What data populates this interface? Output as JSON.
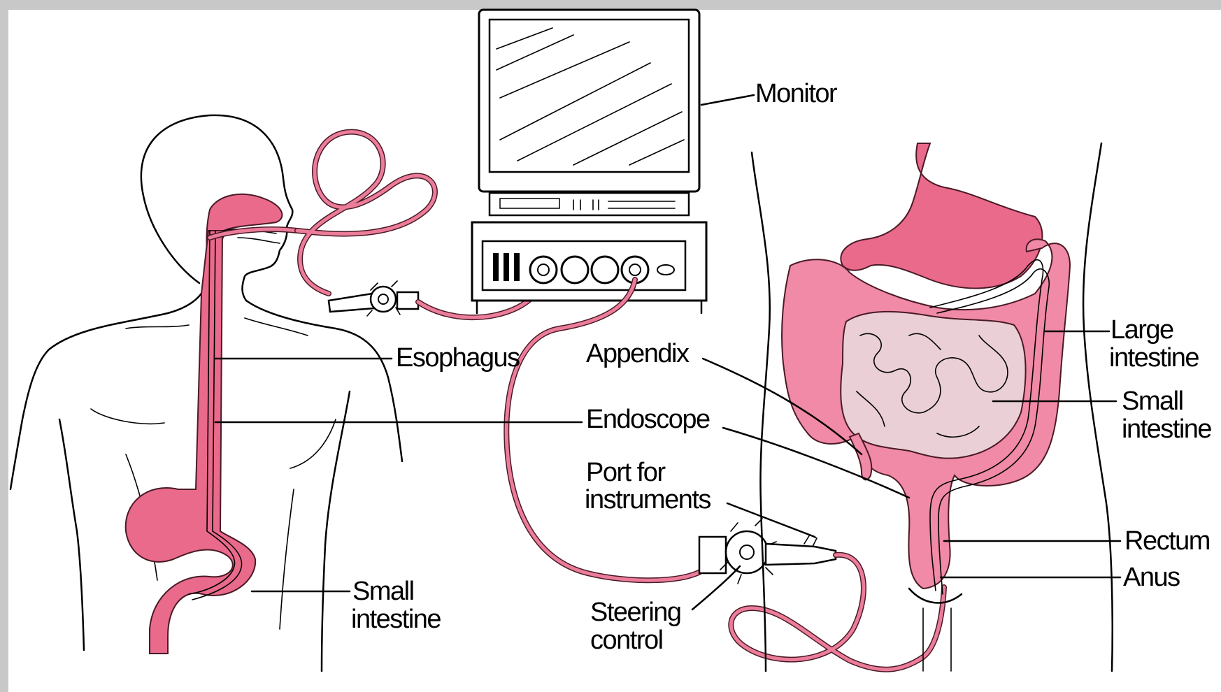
{
  "labels": {
    "monitor": "Monitor",
    "esophagus": "Esophagus",
    "appendix": "Appendix",
    "endoscope": "Endoscope",
    "port_line1": "Port for",
    "port_line2": "instruments",
    "steering_line1": "Steering",
    "steering_line2": "control",
    "small_intestine_left_line1": "Small",
    "small_intestine_left_line2": "intestine",
    "large_intestine_line1": "Large",
    "large_intestine_line2": "intestine",
    "small_intestine_right_line1": "Small",
    "small_intestine_right_line2": "intestine",
    "rectum": "Rectum",
    "anus": "Anus"
  },
  "colors": {
    "organ_pink": "#ea6a8c",
    "organ_pink_light": "#f08aa6",
    "small_intestine_fill": "#ead0d6",
    "outline": "#000000",
    "border_gray": "#c8c8c8"
  }
}
